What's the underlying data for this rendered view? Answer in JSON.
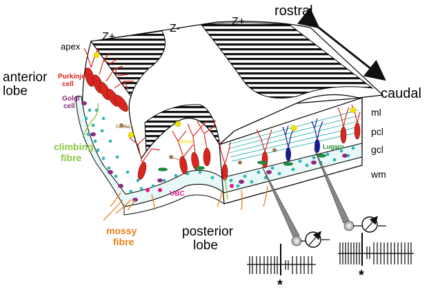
{
  "labels": {
    "rostral": "rostral",
    "caudal": "caudal",
    "zone_plus_left": "Z+",
    "zone_minus": "Z-",
    "zone_plus_right": "Z+",
    "apex": "apex",
    "anterior_lobe_line1": "anterior",
    "anterior_lobe_line2": "lobe",
    "purkinje_line1": "Purkinje",
    "purkinje_line2": "cell",
    "golgi_line1": "Golgi",
    "golgi_line2": "cell",
    "basket": "basket",
    "stellate": "stellate",
    "climbing_line1": "climbing",
    "climbing_line2": "fibre",
    "ubc": "UBC",
    "mossy_line1": "mossy",
    "mossy_line2": "fibre",
    "posterior_line1": "posterior",
    "posterior_line2": "lobe",
    "lugaro": "Lugaro",
    "ml": "ml",
    "pcl": "pcl",
    "gcl": "gcl",
    "wm": "wm",
    "asterisk_left": "*",
    "asterisk_right": "*"
  },
  "colors": {
    "purkinje": "#d7261e",
    "golgi": "#8a2b7e",
    "granule": "#2fb5b5",
    "basket": "#a07850",
    "stellate": "#f2e200",
    "climbing": "#8cc63f",
    "mossy": "#e8801a",
    "ubc": "#e0188c",
    "lugaro": "#1b8a3a",
    "candelabrum": "#1c1c8c",
    "outline": "#000000"
  }
}
